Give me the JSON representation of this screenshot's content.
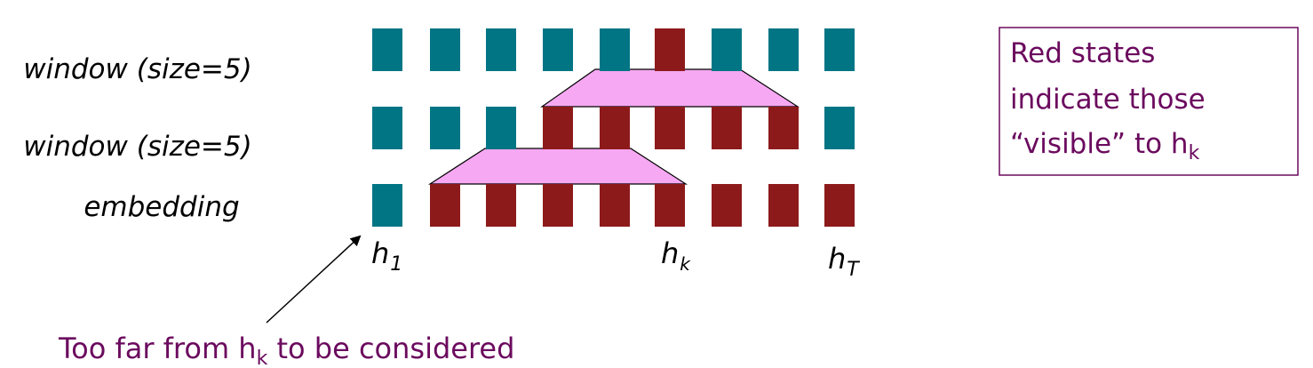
{
  "rows": [
    {
      "label": "window (size=5)",
      "states": [
        "teal",
        "teal",
        "teal",
        "teal",
        "teal",
        "red",
        "teal",
        "teal",
        "teal"
      ]
    },
    {
      "label": "window (size=5)",
      "states": [
        "teal",
        "teal",
        "teal",
        "red",
        "red",
        "red",
        "red",
        "red",
        "teal"
      ]
    },
    {
      "label": "embedding",
      "states": [
        "teal",
        "red",
        "red",
        "red",
        "red",
        "red",
        "red",
        "red",
        "red"
      ]
    }
  ],
  "state_labels": {
    "first": {
      "base": "h",
      "sub": "1"
    },
    "k": {
      "base": "h",
      "sub": "k"
    },
    "last": {
      "base": "h",
      "sub": "T"
    }
  },
  "annotation": {
    "text_before": "Too far from h",
    "text_sub": "k",
    "text_after": " to be considered"
  },
  "legend": {
    "line1": "Red states",
    "line2": "indicate those",
    "line3_before": "“visible” to h",
    "line3_sub": "k"
  },
  "colors": {
    "teal": "#027585",
    "red": "#8d1a1b",
    "window": "#f6a8f2",
    "purple": "#6b0a5e"
  }
}
